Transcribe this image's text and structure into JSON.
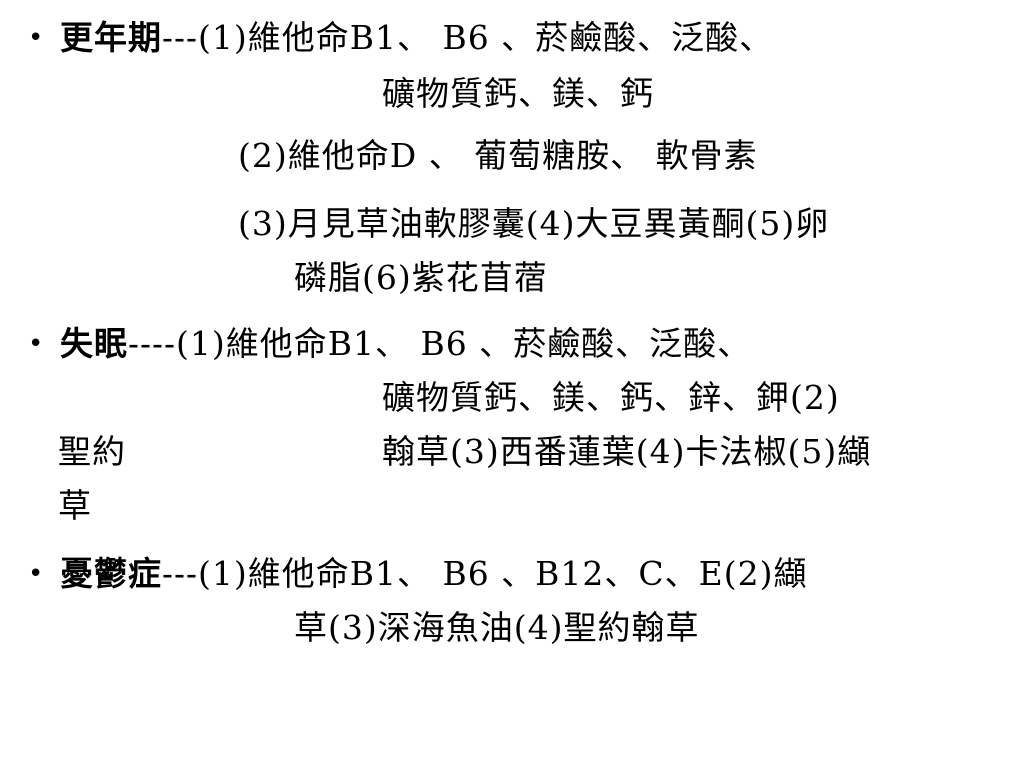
{
  "bullet_char": "•",
  "items": [
    {
      "heading": "更年期",
      "sep": "---",
      "lines": [
        "(1)維他命B1、 B6 、菸鹼酸、泛酸、",
        "礦物質鈣、鎂、鈣",
        "(2)維他命D 、 葡萄糖胺、 軟骨素",
        "(3)月見草油軟膠囊(4)大豆異黃酮(5)卵",
        "磷脂(6)紫花苜蓿"
      ]
    },
    {
      "heading": "失眠",
      "sep": "----",
      "lines": [
        "(1)維他命B1、 B6 、菸鹼酸、泛酸、",
        "礦物質鈣、鎂、鈣、鋅、鉀(2)",
        "聖約",
        "翰草(3)西番蓮葉(4)卡法椒(5)纈",
        "草"
      ]
    },
    {
      "heading": "憂鬱症",
      "sep": "---",
      "lines": [
        "(1)維他命B1、 B6 、B12、C、E(2)纈",
        "草(3)深海魚油(4)聖約翰草"
      ]
    }
  ]
}
